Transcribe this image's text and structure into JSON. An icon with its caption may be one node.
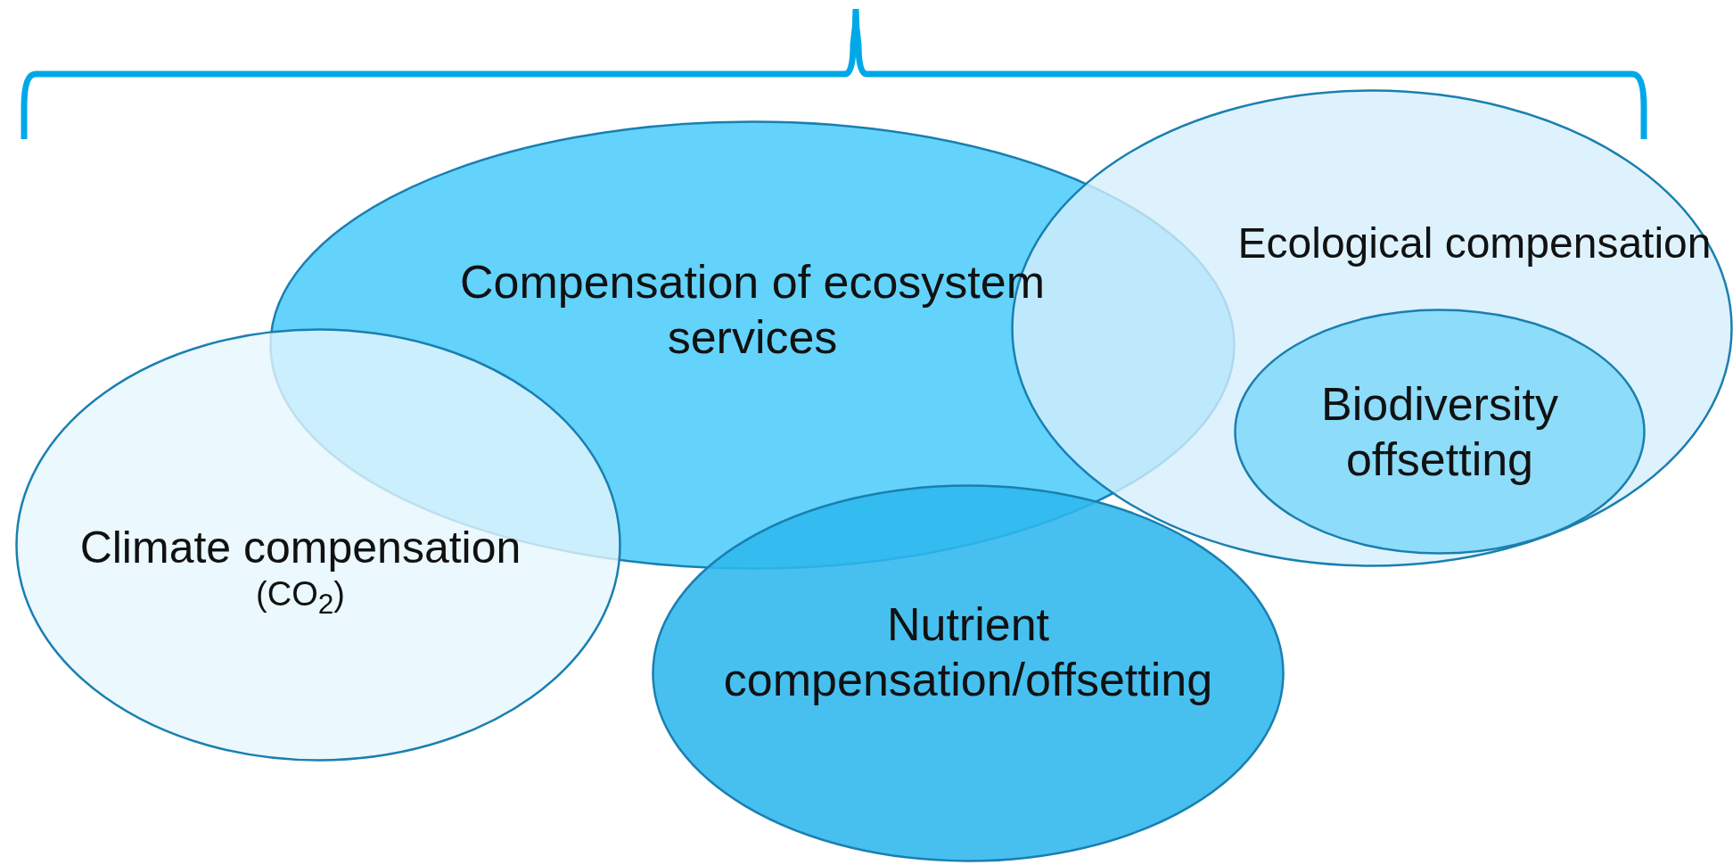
{
  "diagram": {
    "nodes": [
      {
        "text": [
          "Compensation of ecosystem services"
        ]
      },
      {
        "text": [
          "Ecological compensation"
        ]
      },
      {
        "text": [
          "Biodiversity offsetting"
        ],
        "in": 1
      },
      {
        "text": [
          "Climate compensation",
          "(CO$_{2}$)"
        ]
      },
      {
        "text": [
          "Nutrient compensation/offsetting"
        ]
      }
    ],
    "edges": []
  }
}
